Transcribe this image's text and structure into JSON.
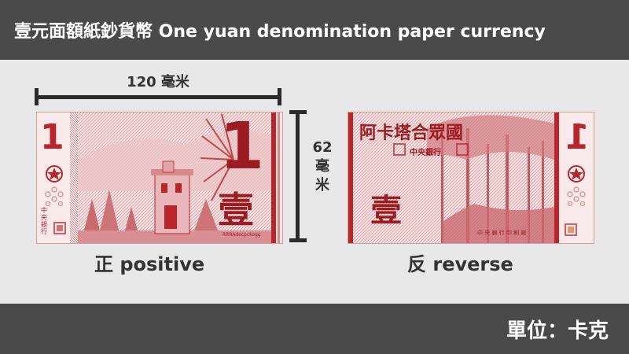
{
  "header": {
    "title": "壹元面額紙鈔貨幣  One yuan denomination paper currency"
  },
  "dimensions": {
    "width_label": "120 毫米",
    "height_number": "62",
    "height_unit_1": "毫",
    "height_unit_2": "米"
  },
  "front": {
    "caption": "正   positive",
    "numeral": "1",
    "side_numeral": "1",
    "big_char": "壹",
    "bank_small": "中央銀行",
    "serial": "RRRAdecpckogg"
  },
  "back": {
    "caption": "反   reverse",
    "country": "阿卡塔合眾國",
    "bank": "中央銀行",
    "big_char": "壹",
    "printer": "中 央 銀 行 印 刷 廠",
    "side_numeral": "1"
  },
  "footer": {
    "unit": "單位：卡克"
  },
  "colors": {
    "bar": "#4a4a4a",
    "note_red": "#b8262c",
    "note_bg": "#f5dede"
  }
}
